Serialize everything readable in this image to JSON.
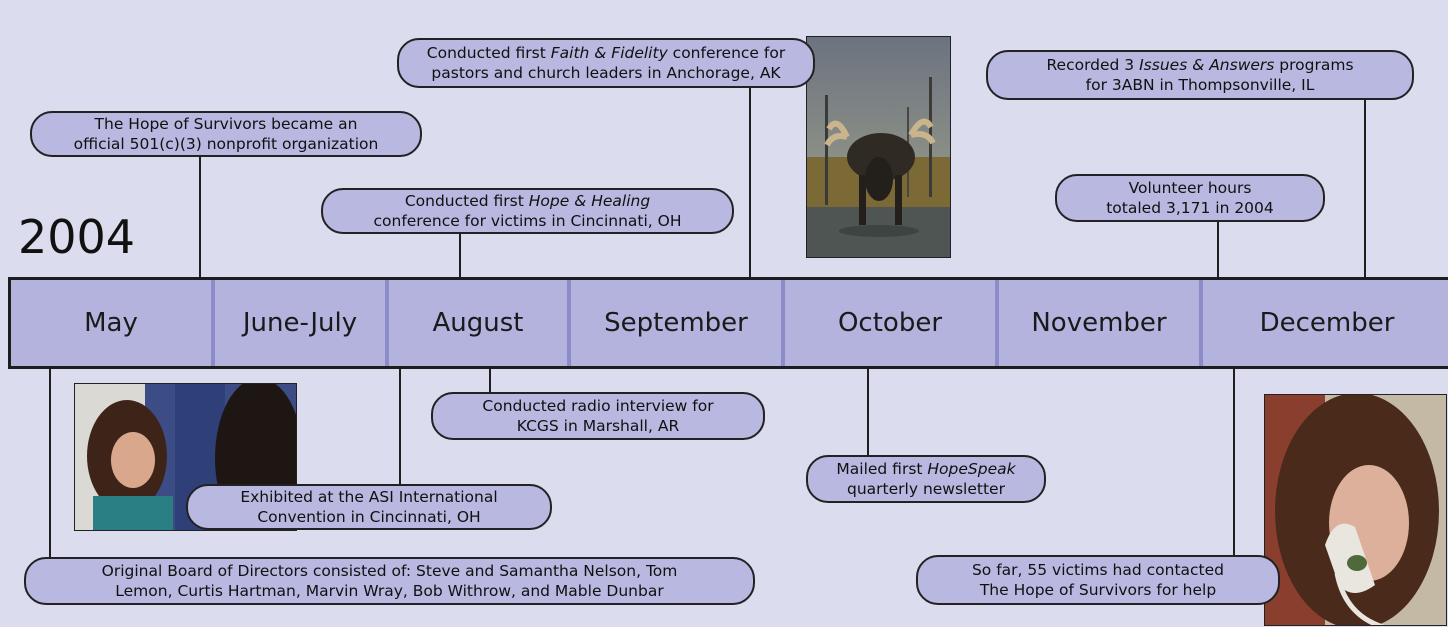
{
  "year": "2004",
  "months": [
    "May",
    "June-July",
    "August",
    "September",
    "October",
    "November",
    "December"
  ],
  "events": {
    "nonprofit": {
      "line1": "The Hope of Survivors became an",
      "line2": "official 501(c)(3) nonprofit organization"
    },
    "hope_healing": {
      "pre": "Conducted first ",
      "em": "Hope & Healing",
      "line2": "conference for victims in Cincinnati, OH"
    },
    "faith_fidelity": {
      "pre": "Conducted first ",
      "em": "Faith & Fidelity",
      "post": " conference for",
      "line2": "pastors and church leaders in Anchorage, AK"
    },
    "volunteer": {
      "line1": "Volunteer hours",
      "line2": "totaled 3,171 in 2004"
    },
    "issues_answers": {
      "pre": "Recorded 3 ",
      "em": "Issues & Answers",
      "post": " programs",
      "line2": "for 3ABN in Thompsonville, IL"
    },
    "radio": {
      "line1": "Conducted radio interview for",
      "line2": "KCGS in Marshall, AR"
    },
    "asi": {
      "line1": "Exhibited at the ASI International",
      "line2": "Convention in Cincinnati, OH"
    },
    "hopespeak": {
      "pre": "Mailed first ",
      "em": "HopeSpeak",
      "line2": "quarterly newsletter"
    },
    "board": {
      "line1": "Original Board of Directors consisted of: Steve and Samantha Nelson, Tom",
      "line2": "Lemon, Curtis Hartman, Marvin Wray, Bob Withrow, and Mable Dunbar"
    },
    "victims": {
      "line1": "So far, 55 victims had contacted",
      "line2": "The Hope of Survivors for help"
    }
  },
  "colors": {
    "background": "#dcdcef",
    "band": "#b3b3dd",
    "bubble": "#b8b8e0",
    "divider": "#8c8cc9"
  }
}
